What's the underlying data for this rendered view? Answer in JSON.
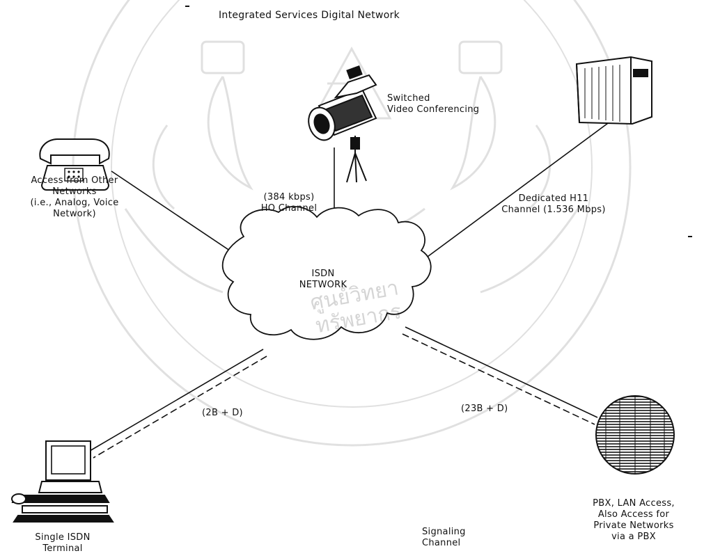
{
  "diagram": {
    "title": "Integrated Services Digital Network",
    "network_label_line1": "ISDN",
    "network_label_line2": "NETWORK",
    "video": {
      "name_line1": "Switched",
      "name_line2": "Video Conferencing",
      "rate_line1": "(384 kbps)",
      "rate_line2": "HO Channel"
    },
    "dedicated": {
      "line1": "Dedicated H11",
      "line2": "Channel (1.536 Mbps)"
    },
    "access": {
      "line1": "Access from Other",
      "line2": "Networks",
      "line3": "(i.e., Analog, Voice",
      "line4": "Network)"
    },
    "bri_label": "(2B + D)",
    "pri_label": "(23B + D)",
    "terminal": {
      "line1": "Single ISDN",
      "line2": "Terminal"
    },
    "signaling": {
      "line1": "Signaling",
      "line2": "Channel"
    },
    "pbx": {
      "line1": "PBX, LAN Access,",
      "line2": "Also Access for",
      "line3": "Private Networks",
      "line4": "via a PBX"
    }
  },
  "watermark": {
    "text": "ศูนย์วิทยาทรัพยากร"
  }
}
